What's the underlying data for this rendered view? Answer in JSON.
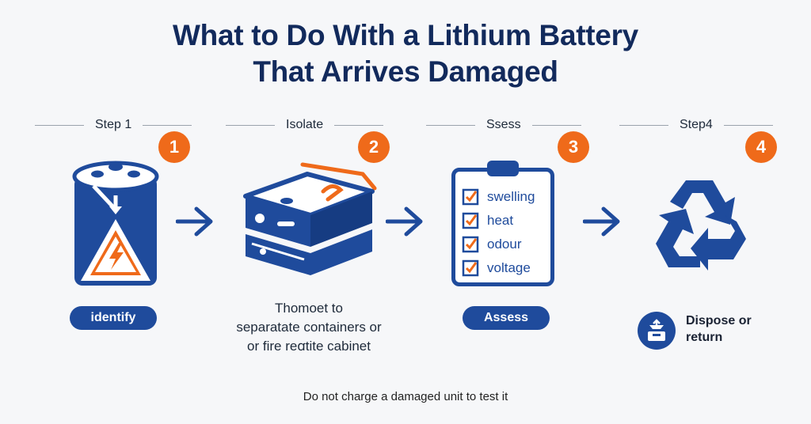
{
  "title": {
    "line1": "What to Do With a Lithium Battery",
    "line2": "That Arrives Damaged"
  },
  "steps": [
    {
      "header": "Step 1",
      "number": "1",
      "button": "identify"
    },
    {
      "header": "Isolate",
      "number": "2",
      "description": [
        "Thomoet to",
        "separatate containers or",
        "or fire reꭤtite cabinet"
      ]
    },
    {
      "header": "Ssess",
      "number": "3",
      "checklist": [
        "swelling",
        "heat",
        "odour",
        "voltage"
      ],
      "button": "Assess"
    },
    {
      "header": "Step4",
      "number": "4",
      "action": [
        "Dispose or",
        "return"
      ]
    }
  ],
  "footer": "Do not charge a damaged unit to test it",
  "colors": {
    "navy": "#1f4b9c",
    "orange": "#ef6a1a",
    "title": "#122a5c"
  },
  "icons": [
    "battery-warning-icon",
    "battery-pack-icon",
    "clipboard-checklist-icon",
    "recycle-icon",
    "dispose-box-icon",
    "arrow-right-icon"
  ]
}
